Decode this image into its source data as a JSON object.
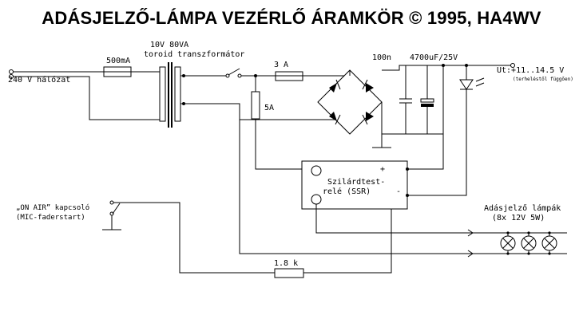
{
  "title": "ADÁSJELZŐ-LÁMPA VEZÉRLŐ ÁRAMKÖR © 1995, HA4WV",
  "labels": {
    "mains": "240 V hálózat",
    "fuse_primary": "500mA",
    "transformer_line1": "10V 80VA",
    "transformer_line2": "toroid transzformátor",
    "fuse_secondary": "3 A",
    "fuse_ssr": "5A",
    "cap_small": "100n",
    "cap_electrolytic": "4700uF/25V",
    "output_voltage": "Ut:+11..14.5 V",
    "output_note": "(terheléstől függően)",
    "ssr_line1": "Szilárdtest-",
    "ssr_line2": "relé (SSR)",
    "ssr_plus": "+",
    "ssr_minus": "-",
    "switch_line1": "„ON AIR” kapcsoló",
    "switch_line2": "(MIC-faderstart)",
    "resistor": "1.8 k",
    "lamps_line1": "Adásjelző lámpák",
    "lamps_line2": "(8x 12V 5W)"
  }
}
